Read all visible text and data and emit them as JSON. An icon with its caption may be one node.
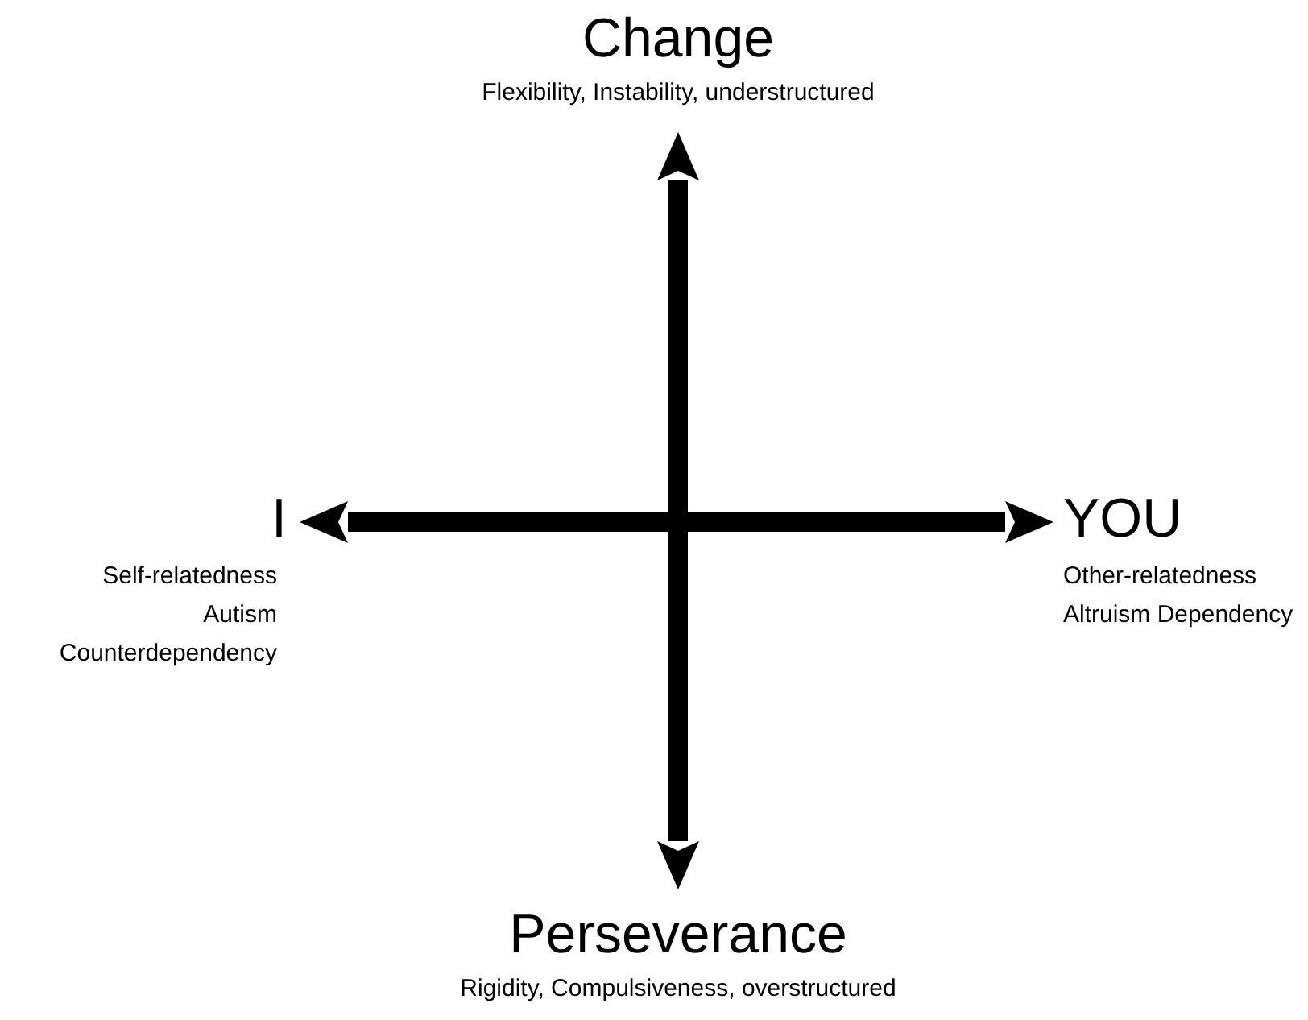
{
  "diagram": {
    "nodes": [
      {
        "text": [
          "Change",
          "Flexibility, Instability, understructured"
        ]
      },
      {
        "text": [
          "I",
          "Self-relatedness Autism Counterdependency"
        ]
      },
      {
        "text": [
          "YOU",
          "Other-relatedness Altruism Dependency"
        ]
      },
      {
        "text": [
          "Perseverance",
          "Rigidity, Compulsiveness, overstructured"
        ]
      }
    ],
    "edges": [
      {
        "from": 0,
        "to": 3,
        "arrow": "both"
      },
      {
        "from": 1,
        "to": 2,
        "arrow": "both"
      }
    ]
  }
}
